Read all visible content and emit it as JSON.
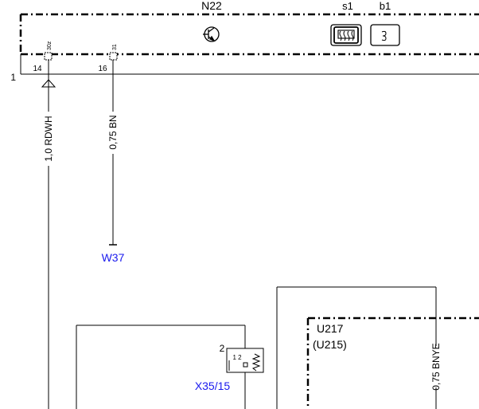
{
  "component": {
    "id": "N22",
    "switch_labels": [
      "s1",
      "b1"
    ],
    "row_label": "1"
  },
  "pins": [
    {
      "number": "14",
      "terminal": "30z"
    },
    {
      "number": "16",
      "terminal": "31"
    }
  ],
  "wires": [
    {
      "label": "1,0 RDWH"
    },
    {
      "label": "0,75 BN",
      "destination": "W37"
    },
    {
      "label": "0,75 BNYE"
    }
  ],
  "connector": {
    "id": "X35/15",
    "pin": "2",
    "pin_marks": "1 2"
  },
  "module": {
    "id": "U217",
    "alt_id": "(U215)"
  },
  "colors": {
    "line": "#000000",
    "link_text": "#1a1aee"
  }
}
